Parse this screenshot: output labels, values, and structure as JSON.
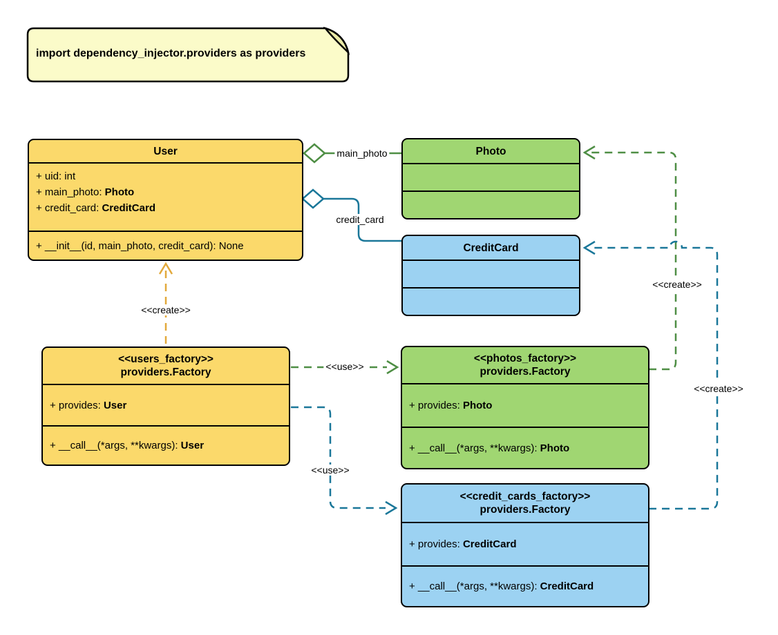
{
  "colors": {
    "yellow_fill": "#FBD96B",
    "green_fill": "#A0D672",
    "blue_fill": "#9CD2F2",
    "note_fill": "#FBFBC9",
    "note_fold": "#ECECA8",
    "gold_line": "#E2A93B",
    "green_line": "#4E8E44",
    "teal_line": "#1A7799"
  },
  "note": {
    "text": "import dependency_injector.providers as providers"
  },
  "boxes": {
    "user": {
      "title": [
        "User"
      ],
      "attributes": [
        {
          "plain": "+ uid: int",
          "bold": ""
        },
        {
          "plain": "+ main_photo: ",
          "bold": "Photo"
        },
        {
          "plain": "+ credit_card: ",
          "bold": "CreditCard"
        }
      ],
      "methods": [
        {
          "plain": "+ __init__(id, main_photo, credit_card): None",
          "bold": ""
        }
      ]
    },
    "photo": {
      "title": [
        "Photo"
      ]
    },
    "credit_card": {
      "title": [
        "CreditCard"
      ]
    },
    "users_factory": {
      "title": [
        "<<users_factory>>",
        "providers.Factory"
      ],
      "attributes": [
        {
          "plain": "+ provides: ",
          "bold": "User"
        }
      ],
      "methods": [
        {
          "plain": "+ __call__(*args, **kwargs): ",
          "bold": "User"
        }
      ]
    },
    "photos_factory": {
      "title": [
        "<<photos_factory>>",
        "providers.Factory"
      ],
      "attributes": [
        {
          "plain": "+ provides: ",
          "bold": "Photo"
        }
      ],
      "methods": [
        {
          "plain": "+ __call__(*args, **kwargs): ",
          "bold": "Photo"
        }
      ]
    },
    "credit_cards_factory": {
      "title": [
        "<<credit_cards_factory>>",
        "providers.Factory"
      ],
      "attributes": [
        {
          "plain": "+ provides: ",
          "bold": "CreditCard"
        }
      ],
      "methods": [
        {
          "plain": "+ __call__(*args, **kwargs): ",
          "bold": "CreditCard"
        }
      ]
    }
  },
  "edges": {
    "user_main_photo": {
      "label": "main_photo",
      "type": "aggregation",
      "style": "solid",
      "color": "#4E8E44"
    },
    "user_credit_card": {
      "label": "credit_card",
      "type": "aggregation",
      "style": "solid",
      "color": "#1A7799"
    },
    "users_factory_create_user": {
      "label": "<<create>>",
      "type": "dependency",
      "style": "dashed",
      "color": "#E2A93B"
    },
    "users_factory_use_photos_factory": {
      "label": "<<use>>",
      "type": "dependency",
      "style": "dashed",
      "color": "#4E8E44"
    },
    "users_factory_use_credit_cards_factory": {
      "label": "<<use>>",
      "type": "dependency",
      "style": "dashed",
      "color": "#1A7799"
    },
    "photos_factory_create_photo": {
      "label": "<<create>>",
      "type": "dependency",
      "style": "dashed",
      "color": "#4E8E44"
    },
    "credit_cards_factory_create_credit_card": {
      "label": "<<create>>",
      "type": "dependency",
      "style": "dashed",
      "color": "#1A7799"
    }
  }
}
